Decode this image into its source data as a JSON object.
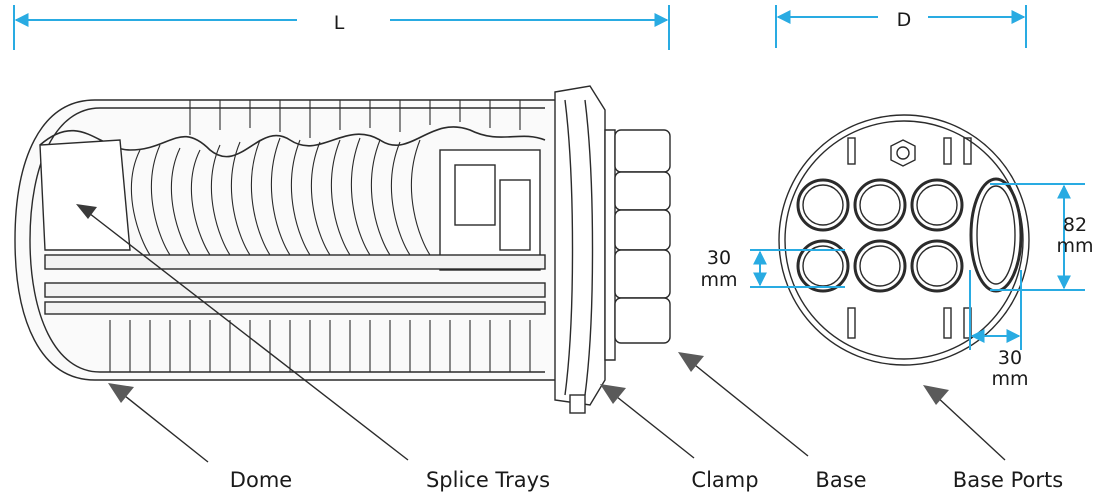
{
  "colors": {
    "dimension": "#29abe2",
    "arrow": "#5a5a5a",
    "line": "#2b2b2b",
    "background": "#ffffff"
  },
  "dimensions": {
    "length_label": "L",
    "diameter_label": "D",
    "port_small": {
      "value": "30",
      "unit": "mm"
    },
    "port_oval_height": {
      "value": "82",
      "unit": "mm"
    },
    "port_oval_width": {
      "value": "30",
      "unit": "mm"
    }
  },
  "labels": {
    "dome": "Dome",
    "splice_trays": "Splice Trays",
    "clamp": "Clamp",
    "base": "Base",
    "base_ports": "Base Ports"
  },
  "icons": {
    "dimension_arrow": "arrow-icon",
    "pointer": "pointer-arrow-icon",
    "hex_nut": "hex-nut-icon"
  }
}
